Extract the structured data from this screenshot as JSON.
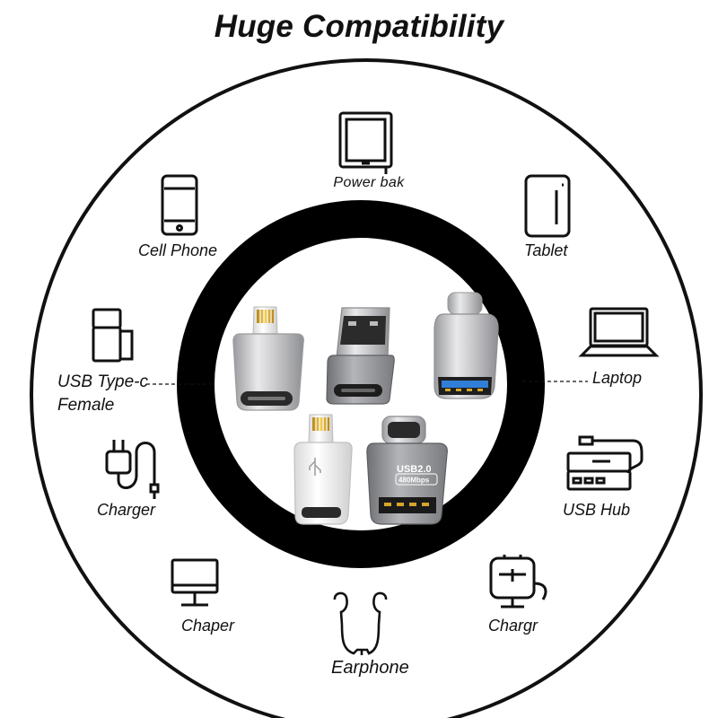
{
  "title": "Huge Compatibility",
  "devices": [
    {
      "id": "power-bank",
      "label": "Power bak",
      "icon": "tablet-device-icon"
    },
    {
      "id": "cell-phone",
      "label": "Cell Phone",
      "icon": "cell-phone-icon"
    },
    {
      "id": "tablet",
      "label": "Tablet",
      "icon": "power-bank-icon"
    },
    {
      "id": "usb-type-c-female",
      "label": "USB Type-c Female",
      "icon": "usb-c-female-icon"
    },
    {
      "id": "laptop",
      "label": "Laptop",
      "icon": "laptop-icon"
    },
    {
      "id": "charger",
      "label": "Charger",
      "icon": "charger-icon"
    },
    {
      "id": "usb-hub",
      "label": "USB Hub",
      "icon": "usb-hub-icon"
    },
    {
      "id": "chaper",
      "label": "Chaper",
      "icon": "monitor-icon"
    },
    {
      "id": "chargr",
      "label": "Chargr",
      "icon": "imac-icon"
    },
    {
      "id": "earphone",
      "label": "Earphone",
      "icon": "earphone-icon"
    }
  ],
  "adapters": {
    "otg_text_line1": "USB2.0",
    "otg_text_line2": "480Mbps",
    "icons": [
      "lightning-to-usb-c-adapter-icon",
      "usb-a-to-usb-c-adapter-icon",
      "usb-c-to-usb-a-adapter-icon",
      "lightning-to-micro-usb-adapter-icon",
      "usb-c-otg-adapter-icon"
    ]
  },
  "colors": {
    "ring": "#000000",
    "stroke": "#111111",
    "metal": "#c9c9cc",
    "dark_metal": "#8f9093",
    "white_plastic": "#f4f4f4",
    "gold": "#d4a62a",
    "blue": "#2f7fd6"
  }
}
